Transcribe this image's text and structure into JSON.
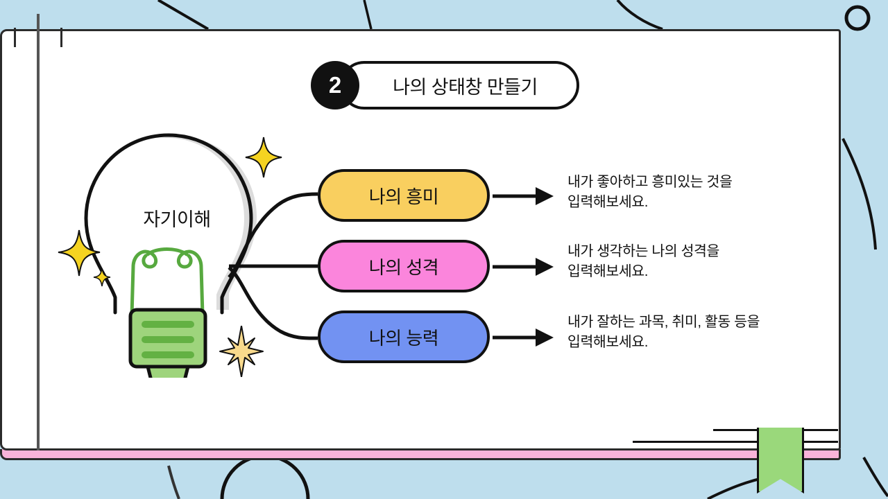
{
  "background": {
    "color": "#bedeed",
    "decorations": [
      "diagonal-line",
      "curved-line",
      "circle-outline",
      "arc-bottom"
    ]
  },
  "book": {
    "page_color": "#ffffff",
    "edge_color": "#f9b3d9",
    "outline_color": "#2b2b2b",
    "bookmark_color": "#9ad87b"
  },
  "header": {
    "step_number": "2",
    "title": "나의 상태창 만들기"
  },
  "bulb": {
    "label": "자기이해",
    "glass_color": "#ffffff",
    "base_color": "#9ed47c",
    "base_stripe_color": "#63b143",
    "filament_color": "#57a93f",
    "sparkle_color": "#f5d321",
    "star_color": "#f8d98c"
  },
  "items": [
    {
      "label": "나의 흥미",
      "color": "#f9cf5f",
      "description_line1": "내가 좋아하고 흥미있는 것을",
      "description_line2": "입력해보세요."
    },
    {
      "label": "나의 성격",
      "color": "#fb85dc",
      "description_line1": "내가 생각하는 나의 성격을",
      "description_line2": "입력해보세요."
    },
    {
      "label": "나의 능력",
      "color": "#7292f2",
      "description_line1": "내가 잘하는 과목, 취미, 활동 등을",
      "description_line2": "입력해보세요."
    }
  ]
}
